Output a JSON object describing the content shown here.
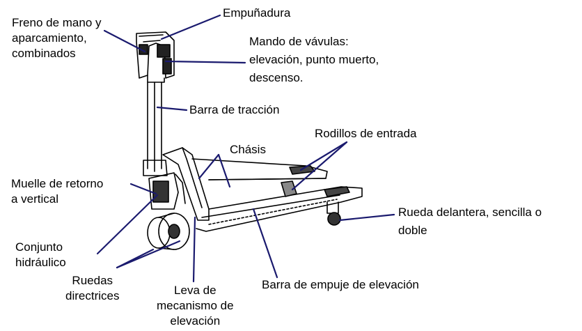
{
  "labels": {
    "freno": [
      "Freno de mano y",
      "aparcamiento,",
      "combinados"
    ],
    "empunadura": [
      "Empuñadura"
    ],
    "mando": [
      "Mando de vávulas:",
      "elevación, punto muerto,",
      "descenso."
    ],
    "barra_traccion": [
      "Barra de tracción"
    ],
    "chasis": [
      "Chásis"
    ],
    "rodillos": [
      "Rodillos de entrada"
    ],
    "muelle": [
      "Muelle de retorno",
      "a vertical"
    ],
    "rueda_delantera": [
      "Rueda delantera, sencilla o",
      "doble"
    ],
    "conjunto": [
      "Conjunto",
      "hidráulico"
    ],
    "ruedas": [
      "Ruedas",
      "directrices"
    ],
    "leva": [
      "Leva de",
      "mecanismo de",
      "elevación"
    ],
    "barra_empuje": [
      "Barra de empuje de elevación"
    ]
  },
  "colors": {
    "leader": "#1a1a6e",
    "ink": "#000000"
  }
}
